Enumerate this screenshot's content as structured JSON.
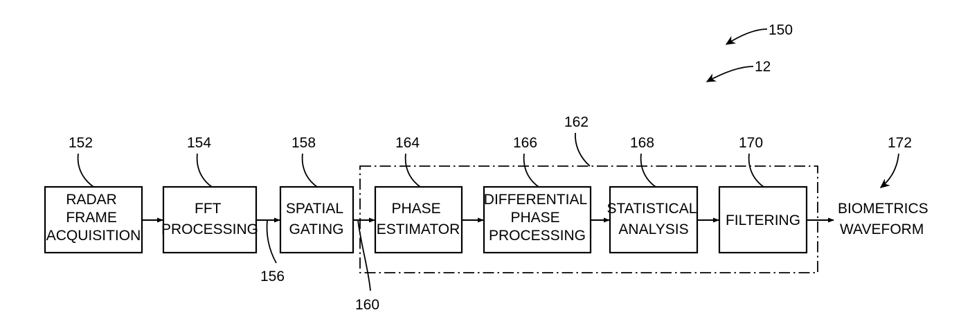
{
  "diagram": {
    "blocks": [
      {
        "id": "radar",
        "lines": [
          "RADAR",
          "FRAME",
          "ACQUISITION"
        ],
        "ref": "152"
      },
      {
        "id": "fft",
        "lines": [
          "FFT",
          "PROCESSING"
        ],
        "ref": "154"
      },
      {
        "id": "spatial",
        "lines": [
          "SPATIAL",
          "GATING"
        ],
        "ref": "158"
      },
      {
        "id": "phase",
        "lines": [
          "PHASE",
          "ESTIMATOR"
        ],
        "ref": "164"
      },
      {
        "id": "diffphase",
        "lines": [
          "DIFFERENTIAL",
          "PHASE",
          "PROCESSING"
        ],
        "ref": "166"
      },
      {
        "id": "stat",
        "lines": [
          "STATISTICAL",
          "ANALYSIS"
        ],
        "ref": "168"
      },
      {
        "id": "filter",
        "lines": [
          "FILTERING"
        ],
        "ref": "170"
      }
    ],
    "output": {
      "lines": [
        "BIOMETRICS",
        "WAVEFORM"
      ],
      "ref": "172"
    },
    "group_ref": "162",
    "connection_refs": {
      "fft_to_spatial": "156",
      "spatial_to_phase": "160"
    },
    "figure_refs": [
      "150",
      "12"
    ]
  }
}
